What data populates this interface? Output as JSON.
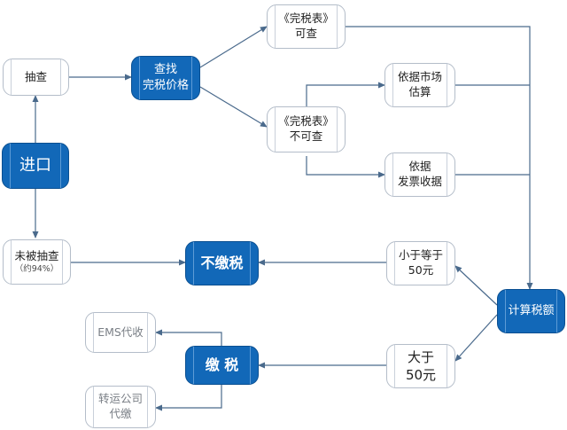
{
  "nodes": {
    "chouzha": "抽查",
    "chazhao": [
      "查找",
      "完税价格"
    ],
    "wanshuibiao_ke": [
      "《完税表》",
      "可查"
    ],
    "wanshuibiao_buke": [
      "《完税表》",
      "不可查"
    ],
    "yiju_shichang": [
      "依据市场",
      "估算"
    ],
    "yiju_fapiao": [
      "依据",
      "发票收据"
    ],
    "jinkou": "进口",
    "weibei_chouzha": [
      "未被抽查",
      "（约94%）"
    ],
    "bujiaoshui": "不缴税",
    "xiaoyu": [
      "小于等于",
      "50元"
    ],
    "jisuan": "计算税额",
    "ems": "EMS代收",
    "jiaoshui": "缴 税",
    "dayu": [
      "大于",
      "50元"
    ],
    "zhuanyun": [
      "转运公司",
      "代缴"
    ]
  },
  "colors": {
    "accent": "#1268b8",
    "line": "#4a6a8c"
  }
}
